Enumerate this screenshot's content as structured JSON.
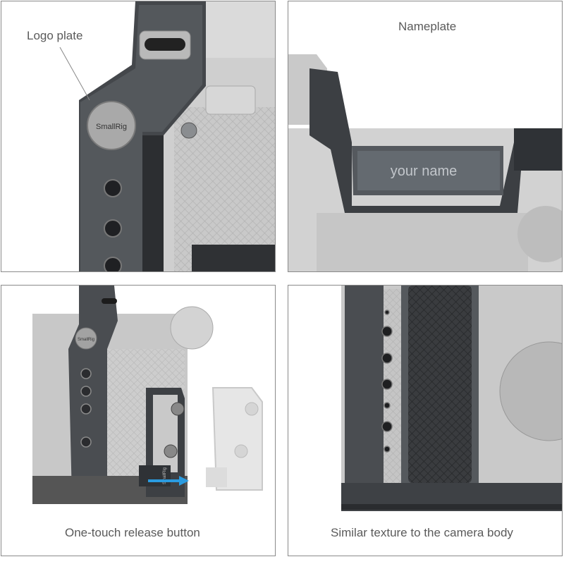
{
  "panels": [
    {
      "caption": "Logo plate",
      "logo_text": "SmallRig"
    },
    {
      "caption": "Nameplate",
      "plate_text": "your name"
    },
    {
      "caption": "One-touch release button",
      "logo_text": "SmallRig",
      "side_text": "SmallRig"
    },
    {
      "caption": "Similar texture to the camera body"
    }
  ],
  "colors": {
    "cage_dark": "#3f4246",
    "cage_mid": "#5b5f63",
    "camera_gray": "#c4c4c4",
    "arrow_blue": "#2a9be0",
    "caption_text": "#5a5a5a"
  }
}
